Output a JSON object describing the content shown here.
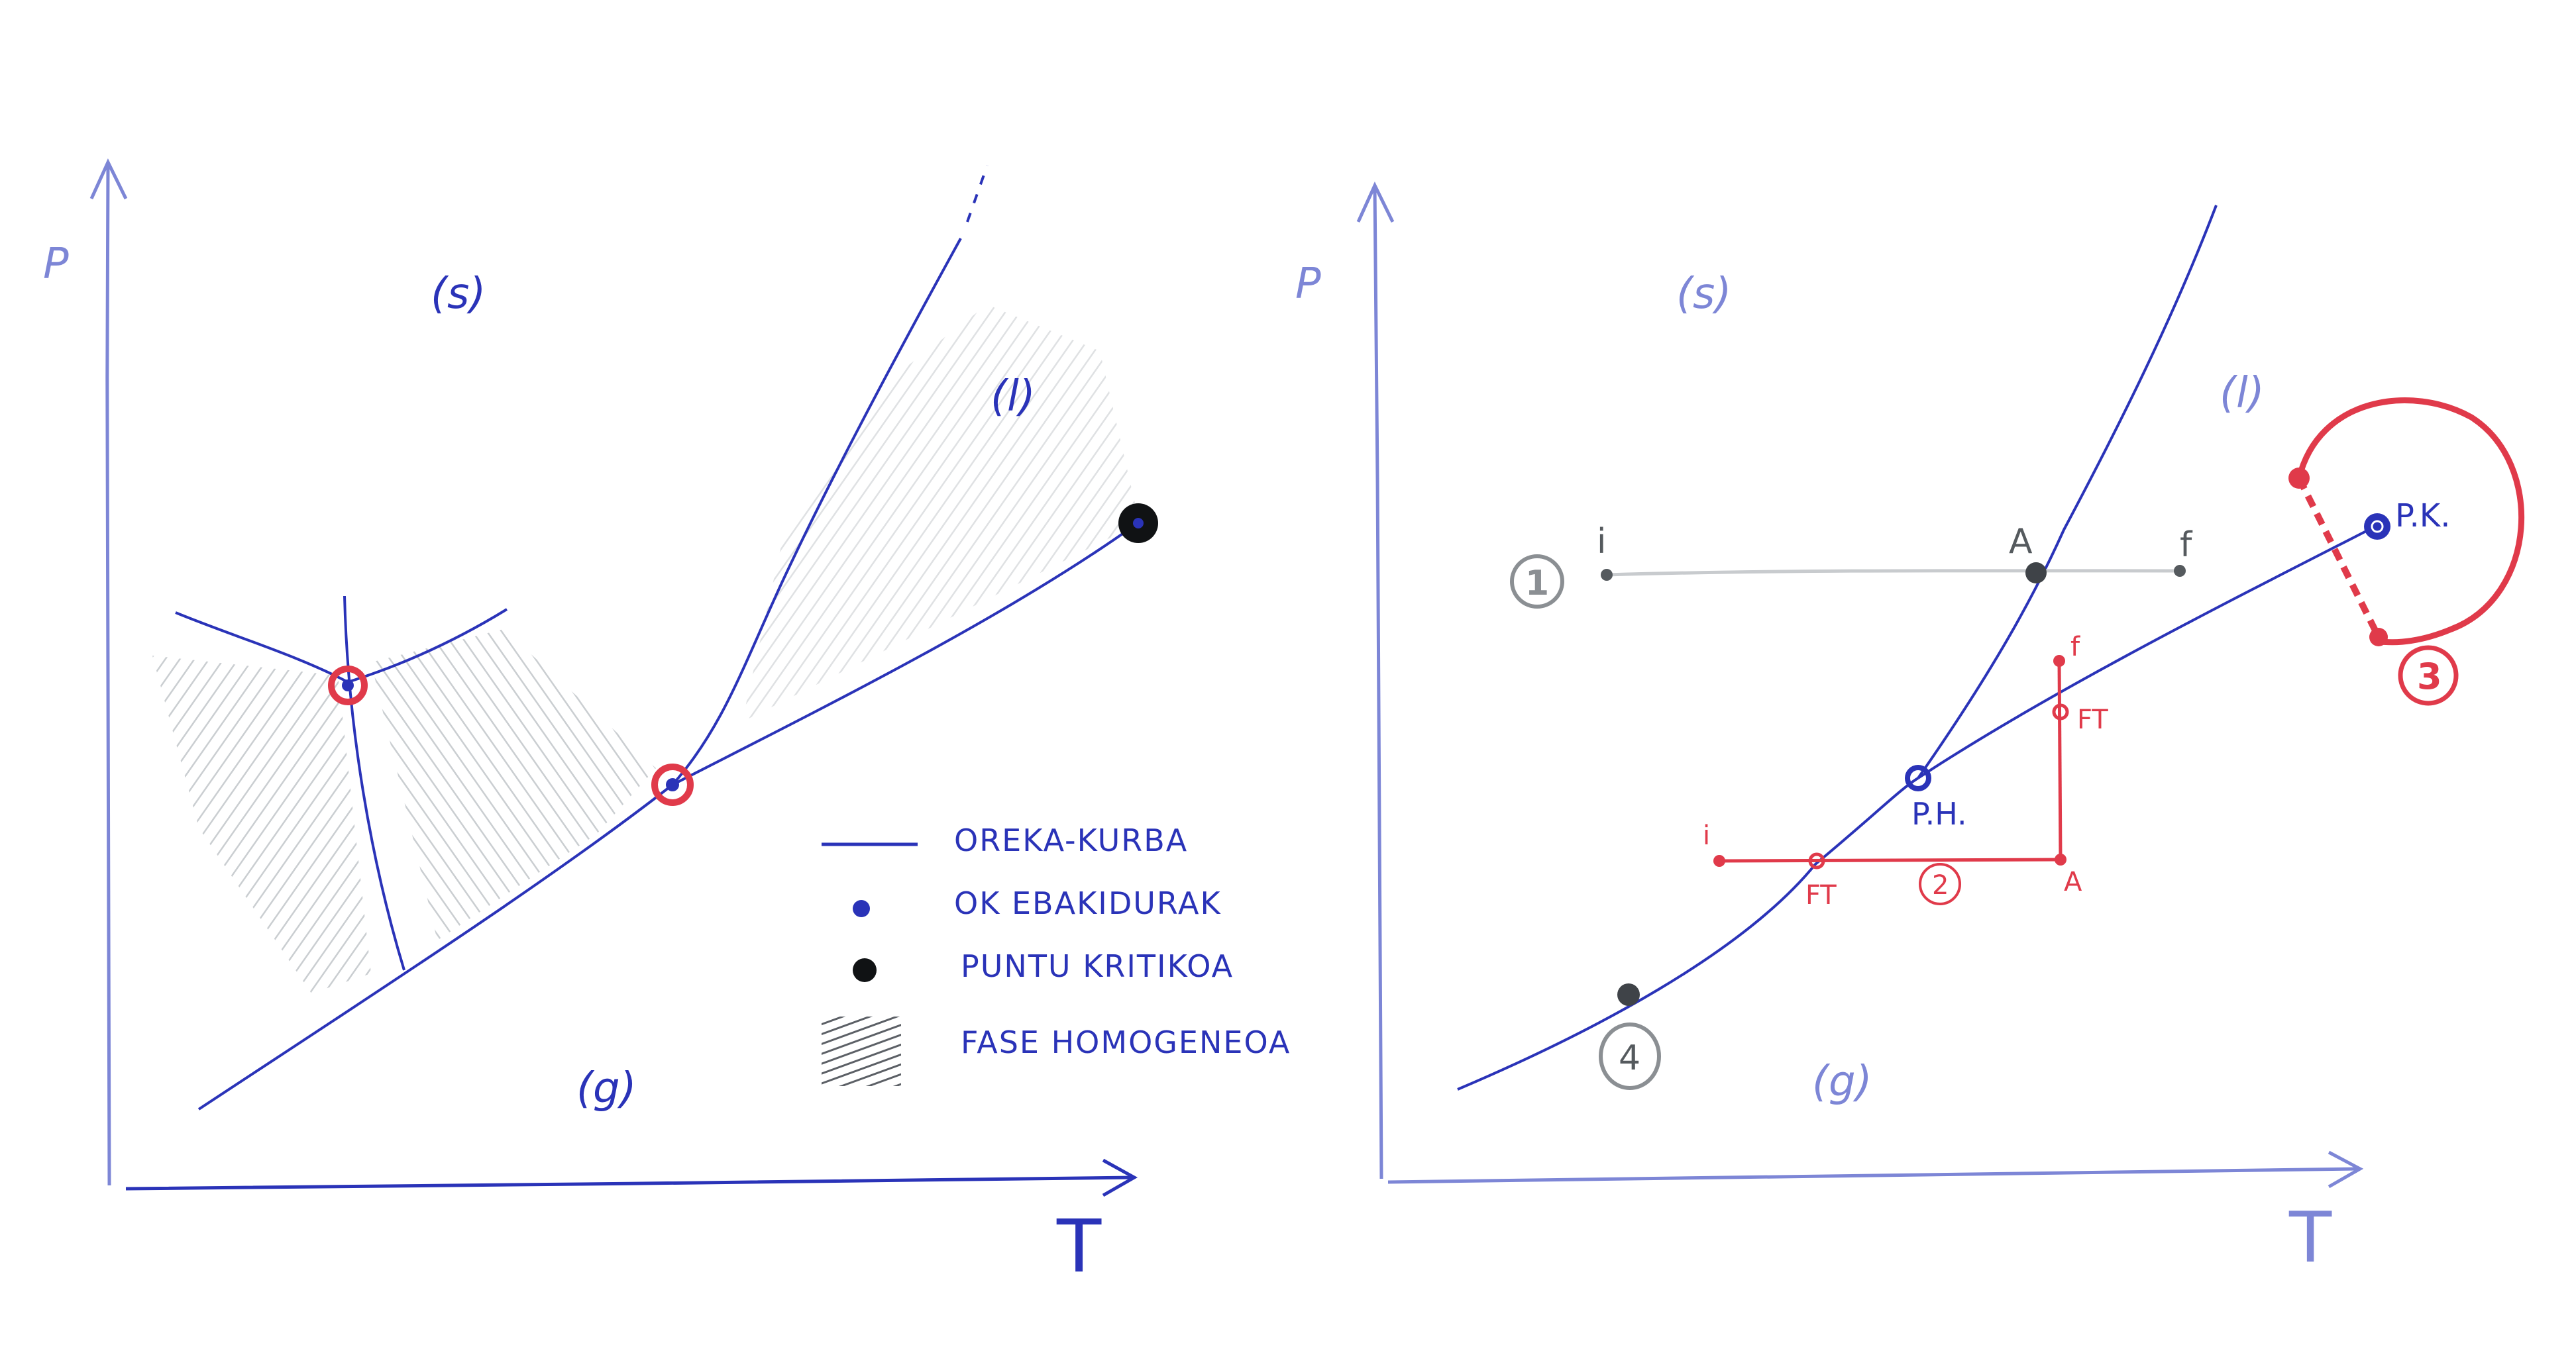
{
  "colors": {
    "ink_blue": "#2a33b8",
    "pale_blue": "#7d86d6",
    "red": "#e03a4a",
    "gray": "#8b8f93",
    "dark": "#1b1d22",
    "hatch": "#c4c8cc"
  },
  "left_diagram": {
    "axis_y_label": "P",
    "axis_x_label": "T",
    "region_solid": "(s)",
    "region_liquid": "(l)",
    "region_gas": "(g)",
    "legend": [
      {
        "symbol": "line",
        "text": "OREKA-KURBA"
      },
      {
        "symbol": "blue-dot",
        "text": "OK EBAKIDURAK"
      },
      {
        "symbol": "black-dot",
        "text": "PUNTU KRITIKOA"
      },
      {
        "symbol": "hatch",
        "text": "FASE HOMOGENEOA"
      }
    ]
  },
  "right_diagram": {
    "axis_y_label": "P",
    "axis_x_label": "T",
    "region_solid": "(s)",
    "region_liquid": "(l)",
    "region_gas": "(g)",
    "triple_point_label": "P.H.",
    "critical_point_label": "P.K.",
    "path1": {
      "number": "1",
      "start": "i",
      "crossing": "A",
      "end": "f"
    },
    "path2": {
      "number": "2",
      "start": "i",
      "crossing_1": "FT",
      "corner": "A",
      "crossing_2": "FT",
      "end": "f"
    },
    "path3": {
      "number": "3"
    },
    "path4": {
      "number": "4"
    }
  }
}
